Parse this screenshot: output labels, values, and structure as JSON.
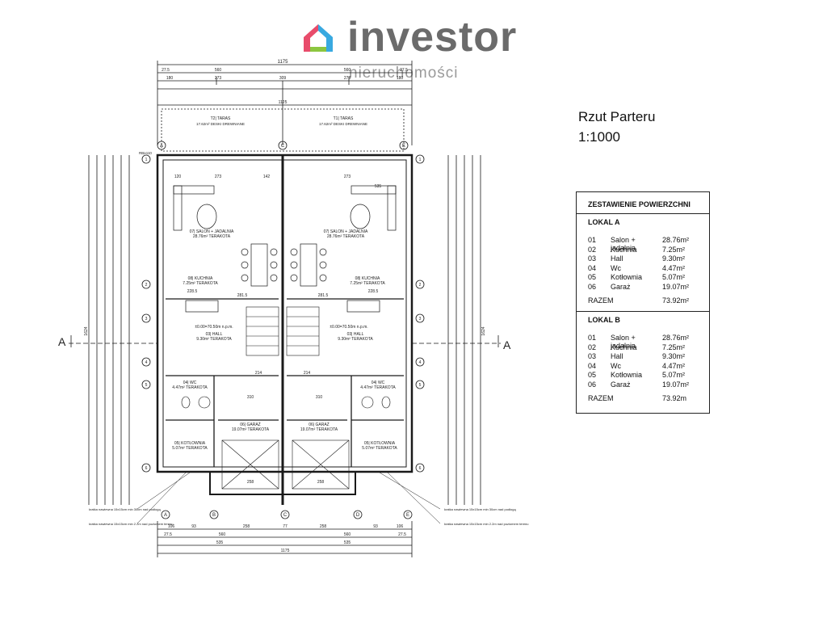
{
  "logo": {
    "name": "investor",
    "tagline": "nieruchomości",
    "colors": {
      "house_left": "#e84c6b",
      "house_right": "#39a9e0",
      "house_base": "#8cc63f",
      "text": "#6b6b6b"
    }
  },
  "plan_title": {
    "line1": "Rzut Parteru",
    "line2": "1:1000"
  },
  "section_marker": "A",
  "table": {
    "header": "ZESTAWIENIE POWIERZCHNI",
    "lokal_a": {
      "title": "LOKAL A",
      "rows": [
        {
          "no": "01",
          "name": "Salon + jadalnia",
          "area": "28.76m²"
        },
        {
          "no": "02",
          "name": "Kuchnia",
          "area": "7.25m²"
        },
        {
          "no": "03",
          "name": "Hall",
          "area": "9.30m²"
        },
        {
          "no": "04",
          "name": "Wc",
          "area": "4.47m²"
        },
        {
          "no": "05",
          "name": "Kotłownia",
          "area": "5.07m²"
        },
        {
          "no": "06",
          "name": "Garaż",
          "area": "19.07m²"
        }
      ],
      "sum_label": "RAZEM",
      "sum_value": "73.92m²"
    },
    "lokal_b": {
      "title": "LOKAL B",
      "rows": [
        {
          "no": "01",
          "name": "Salon + jadalnia",
          "area": "28.76m²"
        },
        {
          "no": "02",
          "name": "Kuchnia",
          "area": "7.25m²"
        },
        {
          "no": "03",
          "name": "Hall",
          "area": "9.30m²"
        },
        {
          "no": "04",
          "name": "Wc",
          "area": "4.47m²"
        },
        {
          "no": "05",
          "name": "Kotłownia",
          "area": "5.07m²"
        },
        {
          "no": "06",
          "name": "Garaż",
          "area": "19.07m²"
        }
      ],
      "sum_label": "RAZEM",
      "sum_value": "73.92m"
    }
  },
  "plan": {
    "dims": {
      "top_total": "1175",
      "top_row2": [
        "27.5",
        "560",
        "560",
        "27.5"
      ],
      "top_row3": [
        "180",
        "273",
        "309",
        "273",
        "180"
      ],
      "terrace_total": "1125",
      "inner_top": [
        "120",
        "273",
        "142",
        "273",
        "535"
      ],
      "bottom_row1": [
        "106",
        "93",
        "258",
        "77",
        "258",
        "93",
        "106"
      ],
      "bottom_row2": [
        "27.5",
        "560",
        "560",
        "27.5"
      ],
      "bottom_row3": [
        "535",
        "535"
      ],
      "bottom_total": "1175",
      "left_total": "1624",
      "right_total": "1624"
    },
    "axes_top": [
      "A",
      "C",
      "E"
    ],
    "axes_bottom": [
      "A",
      "B",
      "C",
      "D",
      "E"
    ],
    "axes_side": [
      "1",
      "2",
      "3",
      "4",
      "5",
      "6"
    ],
    "terrace_a": {
      "name": "T2| TARAS",
      "detail": "17.62m² DESKI DREWNIANE"
    },
    "terrace_b": {
      "name": "T1| TARAS",
      "detail": "17.62m² DESKI DREWNIANE"
    },
    "rooms_a": [
      {
        "name": "07| SALON + JADALNIA",
        "detail": "28.76m² TERAKOTA"
      },
      {
        "name": "08| KUCHNIA",
        "detail": "7.25m² TERAKOTA"
      },
      {
        "name": "03| HALL",
        "detail": "9.30m² TERAKOTA"
      },
      {
        "name": "04| WC",
        "detail": "4.47m² TERAKOTA"
      },
      {
        "name": "05| KOTŁOWNIA",
        "detail": "5.07m² TERAKOTA"
      },
      {
        "name": "06| GARAŻ",
        "detail": "19.07m² TERAKOTA"
      }
    ],
    "rooms_b": [
      {
        "name": "07| SALON + JADALNIA",
        "detail": "28.76m² TERAKOTA"
      },
      {
        "name": "08| KUCHNIA",
        "detail": "7.25m² TERAKOTA"
      },
      {
        "name": "03| HALL",
        "detail": "9.30m² TERAKOTA"
      },
      {
        "name": "04| WC",
        "detail": "4.47m² TERAKOTA"
      },
      {
        "name": "05| KOTŁOWNIA",
        "detail": "5.07m² TERAKOTA"
      },
      {
        "name": "06| GARAŻ",
        "detail": "19.07m² TERAKOTA"
      }
    ],
    "level_note": "±0.00=70.50m n.p.m.",
    "inner_dims": [
      "281.5",
      "228.5",
      "214",
      "310",
      "258"
    ],
    "notes": [
      "kratka nawiewna 15x15cm min 30cm nad podłogą",
      "kratka nawiewna 15x15cm min 2.2m nad poziomem terenu"
    ],
    "elevation": "RB≥110"
  }
}
